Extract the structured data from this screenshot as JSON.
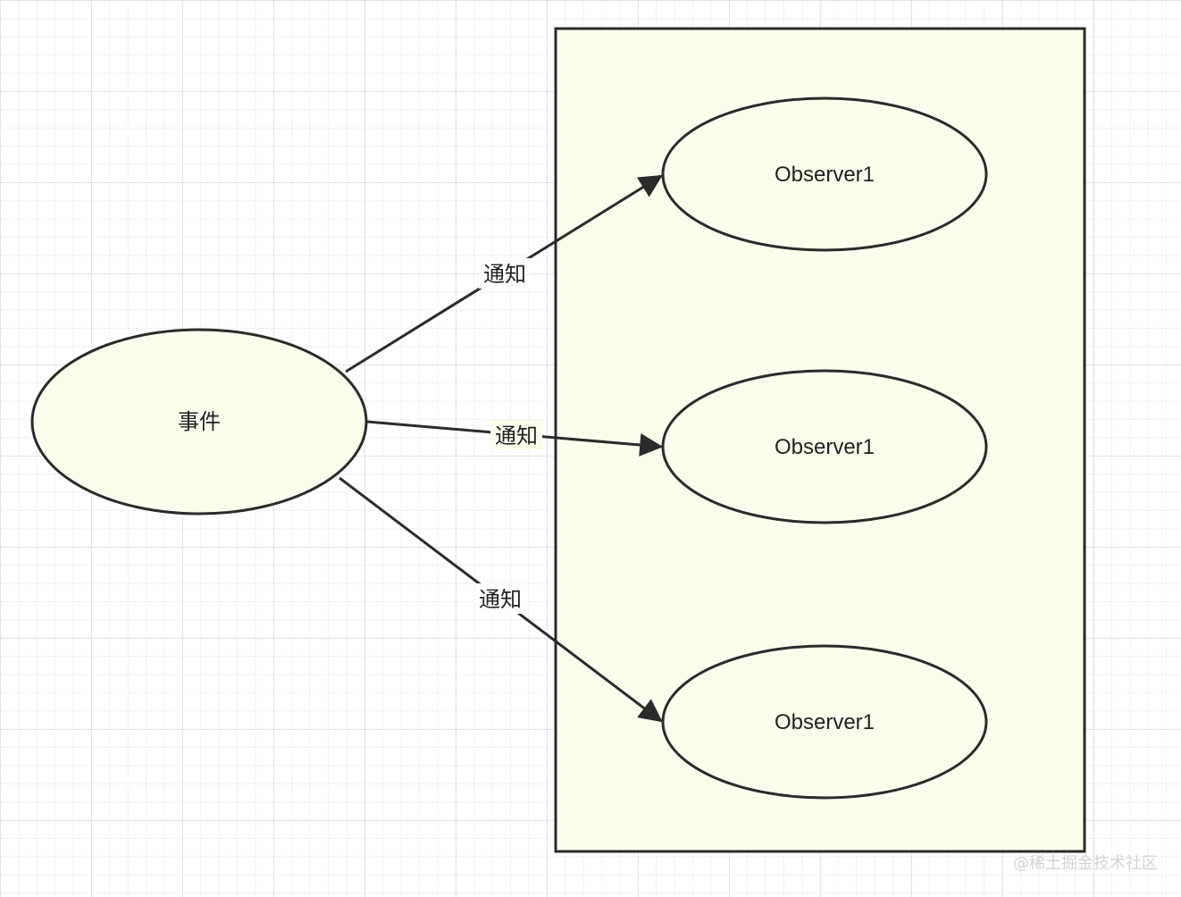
{
  "nodes": {
    "event": {
      "label": "事件"
    },
    "observers": [
      {
        "label": "Observer1"
      },
      {
        "label": "Observer1"
      },
      {
        "label": "Observer1"
      }
    ]
  },
  "edges": [
    {
      "label": "通知"
    },
    {
      "label": "通知"
    },
    {
      "label": "通知"
    }
  ],
  "colors": {
    "node_fill": "#fdfdee",
    "stroke": "#2b2b2b",
    "text": "#222222"
  },
  "watermark": "@稀土掘金技术社区"
}
